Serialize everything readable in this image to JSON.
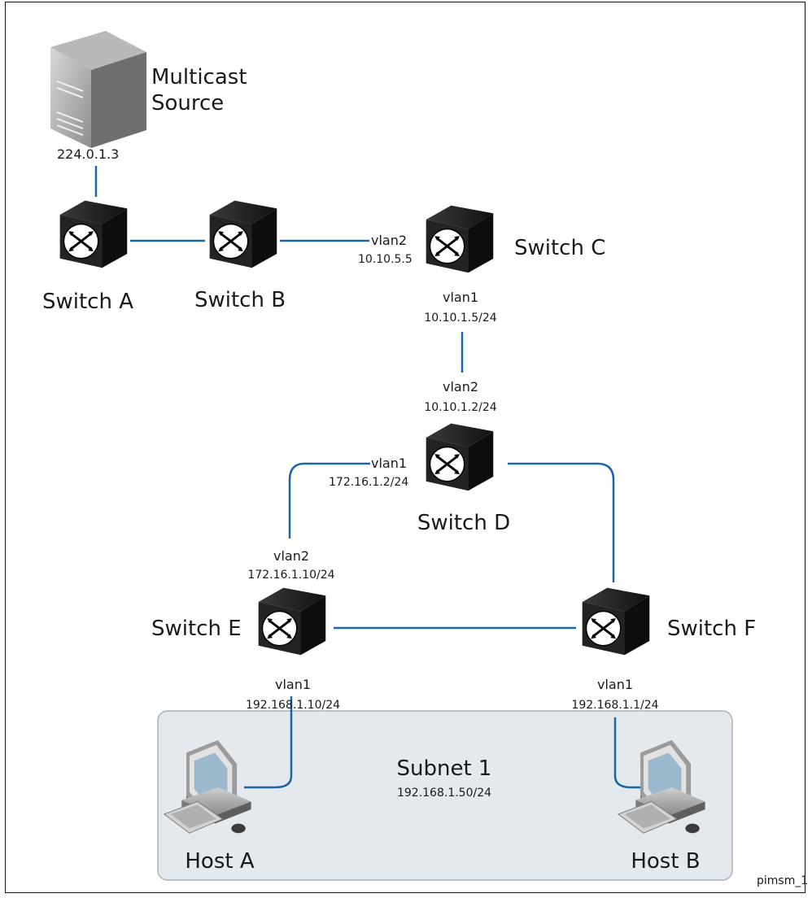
{
  "source": {
    "title_line1": "Multicast",
    "title_line2": "Source",
    "address": "224.0.1.3",
    "icon": "server-tower-icon"
  },
  "switches": {
    "a": {
      "name": "Switch A"
    },
    "b": {
      "name": "Switch B"
    },
    "c": {
      "name": "Switch C",
      "vlan2": "vlan2",
      "vlan2_ip": "10.10.5.5",
      "vlan1": "vlan1",
      "vlan1_ip": "10.10.1.5/24"
    },
    "d": {
      "name": "Switch D",
      "vlan2": "vlan2",
      "vlan2_ip": "10.10.1.2/24",
      "vlan1": "vlan1",
      "vlan1_ip": "172.16.1.2/24"
    },
    "e": {
      "name": "Switch E",
      "vlan2": "vlan2",
      "vlan2_ip": "172.16.1.10/24",
      "vlan1": "vlan1",
      "vlan1_ip": "192.168.1.10/24"
    },
    "f": {
      "name": "Switch F",
      "vlan1": "vlan1",
      "vlan1_ip": "192.168.1.1/24"
    }
  },
  "subnet": {
    "name": "Subnet 1",
    "ip": "192.168.1.50/24"
  },
  "hosts": {
    "a": {
      "name": "Host A"
    },
    "b": {
      "name": "Host B"
    }
  },
  "figure_id": "pimsm_1",
  "colors": {
    "link": "#1a66a8",
    "switch_body": "#1c1c1c",
    "subnet_fill": "#e4e9ee"
  }
}
